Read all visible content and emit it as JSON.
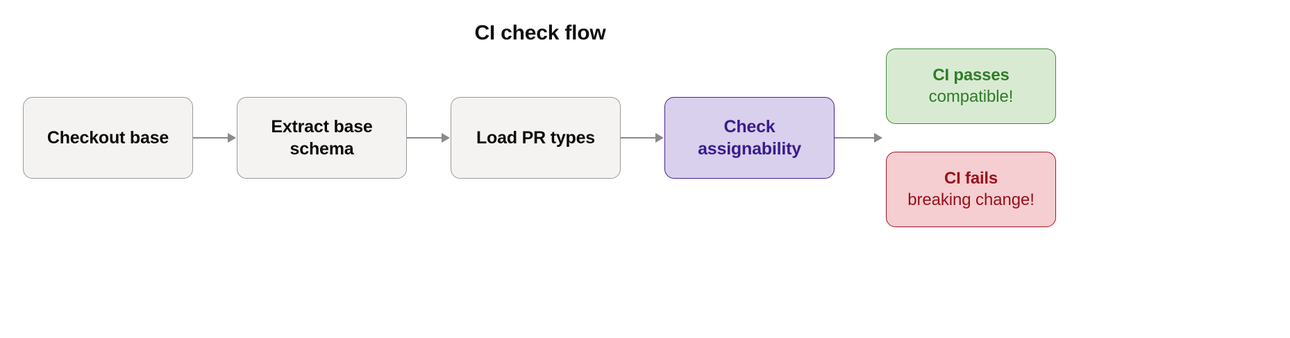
{
  "diagram": {
    "title": "CI check flow",
    "type": "flowchart",
    "orientation": "left-to-right",
    "colors": {
      "background": "#ffffff",
      "title_text": "#0f0f14",
      "process_fill": "#f4f3f1",
      "process_border": "#9a9a9a",
      "process_text": "#0a0a0a",
      "highlight_fill": "#d8d0ec",
      "highlight_border": "#4b1f95",
      "highlight_text": "#3b1b8c",
      "pass_fill": "#d9ead3",
      "pass_border": "#3c8b35",
      "pass_text": "#2e7d26",
      "fail_fill": "#f5ced1",
      "fail_border": "#a81420",
      "fail_text": "#97111b",
      "connector": "#8a8a8a"
    },
    "nodes": [
      {
        "id": "checkout-base",
        "label": "Checkout base",
        "detail": "",
        "style": "process"
      },
      {
        "id": "extract-base-schema",
        "label": "Extract base\nschema",
        "detail": "",
        "style": "process"
      },
      {
        "id": "load-pr-types",
        "label": "Load PR types",
        "detail": "",
        "style": "process"
      },
      {
        "id": "check-assignability",
        "label": "Check\nassignability",
        "detail": "",
        "style": "highlight"
      },
      {
        "id": "ci-passes",
        "label": "CI passes",
        "detail": "compatible!",
        "style": "outcome-pass"
      },
      {
        "id": "ci-fails",
        "label": "CI fails",
        "detail": "breaking change!",
        "style": "outcome-fail"
      }
    ],
    "edges": [
      {
        "id": "edge-1",
        "from": "checkout-base",
        "to": "extract-base-schema",
        "label": ""
      },
      {
        "id": "edge-2",
        "from": "extract-base-schema",
        "to": "load-pr-types",
        "label": ""
      },
      {
        "id": "edge-3",
        "from": "load-pr-types",
        "to": "check-assignability",
        "label": ""
      },
      {
        "id": "edge-4",
        "from": "check-assignability",
        "to": "ci-passes",
        "label": ""
      }
    ]
  }
}
